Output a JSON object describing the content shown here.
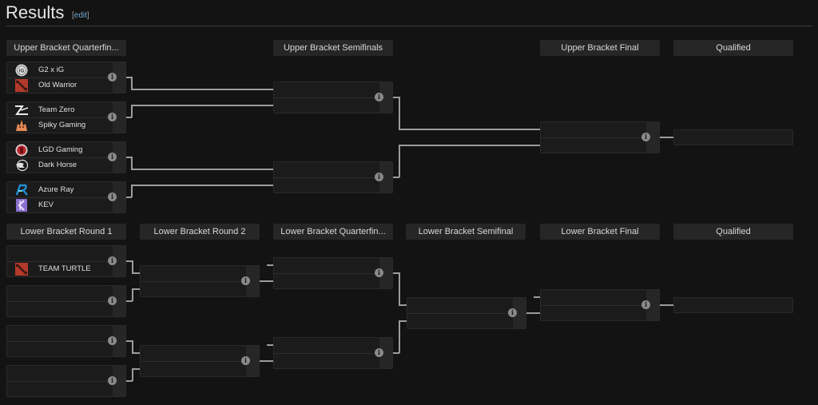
{
  "page": {
    "title": "Results",
    "edit_label": "edit"
  },
  "upper": {
    "headers": [
      "Upper Bracket Quarterfin...",
      "Upper Bracket Semifinals",
      "Upper Bracket Final",
      "Qualified"
    ],
    "quarterfinals": [
      {
        "team1": {
          "name": "G2 x iG",
          "logo": "ig-logo"
        },
        "team2": {
          "name": "Old Warrior",
          "logo": "dota2-logo"
        }
      },
      {
        "team1": {
          "name": "Team Zero",
          "logo": "team-zero-logo"
        },
        "team2": {
          "name": "Spiky Gaming",
          "logo": "spiky-logo"
        }
      },
      {
        "team1": {
          "name": "LGD Gaming",
          "logo": "lgd-logo"
        },
        "team2": {
          "name": "Dark Horse",
          "logo": "dark-horse-logo"
        }
      },
      {
        "team1": {
          "name": "Azure Ray",
          "logo": "azure-ray-logo"
        },
        "team2": {
          "name": "KEV",
          "logo": "kev-logo"
        }
      }
    ],
    "semifinals": [
      {
        "team1": "",
        "team2": ""
      },
      {
        "team1": "",
        "team2": ""
      }
    ],
    "final": {
      "team1": "",
      "team2": ""
    },
    "qualified": ""
  },
  "lower": {
    "headers": [
      "Lower Bracket Round 1",
      "Lower Bracket Round 2",
      "Lower Bracket Quarterfin...",
      "Lower Bracket Semifinal",
      "Lower Bracket Final",
      "Qualified"
    ],
    "round1": [
      {
        "team1": "",
        "team2": {
          "name": "TEAM TURTLE",
          "logo": "dota2-logo"
        }
      },
      {
        "team1": "",
        "team2": ""
      },
      {
        "team1": "",
        "team2": ""
      },
      {
        "team1": "",
        "team2": ""
      }
    ],
    "qualified": ""
  },
  "icons": {
    "info": "i"
  },
  "colors": {
    "background": "#131313",
    "header_bg": "#262626",
    "match_bg": "#1b1b1b",
    "connector": "#9c9c9c",
    "edit_link": "#6fa8d6"
  }
}
